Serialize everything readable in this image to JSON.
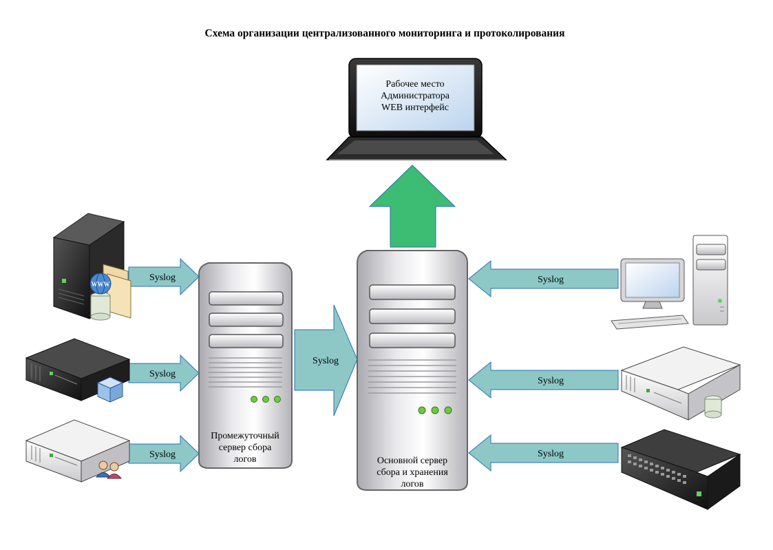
{
  "title": "Схема организации централизованного мониторинга и протоколирования",
  "workstation": {
    "line1": "Рабочее место",
    "line2": "Администратора",
    "line3": "WEB интерфейс"
  },
  "intermediate_server": {
    "line1": "Промежуточный",
    "line2": "сервер сбора",
    "line3": "логов"
  },
  "main_server": {
    "line1": "Основной сервер",
    "line2": "сбора и хранения",
    "line3": "логов"
  },
  "syslog_label": "Syslog",
  "icons": {
    "left_top": "web-server-tower-icon",
    "left_mid": "virtualization-rack-server-icon",
    "left_bottom": "directory-rack-server-icon",
    "right_top": "desktop-pc-icon",
    "right_mid": "storage-rack-server-icon",
    "right_bottom": "network-switch-icon",
    "top": "laptop-icon"
  },
  "colors": {
    "syslog_arrow": "#8dc8c7",
    "up_arrow": "#3dbc74"
  }
}
